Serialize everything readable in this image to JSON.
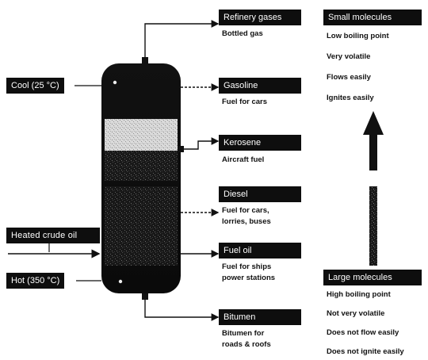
{
  "fractions": [
    {
      "name": "Refinery gases",
      "use": "Bottled gas"
    },
    {
      "name": "Gasoline",
      "use": "Fuel for cars"
    },
    {
      "name": "Kerosene",
      "use": "Aircraft fuel"
    },
    {
      "name": "Diesel",
      "use": [
        "Fuel for cars,",
        "lorries, buses"
      ]
    },
    {
      "name": "Fuel oil",
      "use": [
        "Fuel for ships",
        "power stations"
      ]
    },
    {
      "name": "Bitumen",
      "use": [
        "Bitumen for",
        "roads & roofs"
      ]
    }
  ],
  "column": {
    "cool_label": "Cool (25 °C)",
    "hot_label": "Hot (350 °C)",
    "input_label": "Heated crude oil"
  },
  "small_molecules": {
    "heading": "Small molecules",
    "properties": [
      "Low boiling point",
      "Very volatile",
      "Flows easily",
      "Ignites easily"
    ]
  },
  "large_molecules": {
    "heading": "Large molecules",
    "properties": [
      "High boiling point",
      "Not very volatile",
      "Does not flow easily",
      "Does not ignite easily"
    ]
  }
}
